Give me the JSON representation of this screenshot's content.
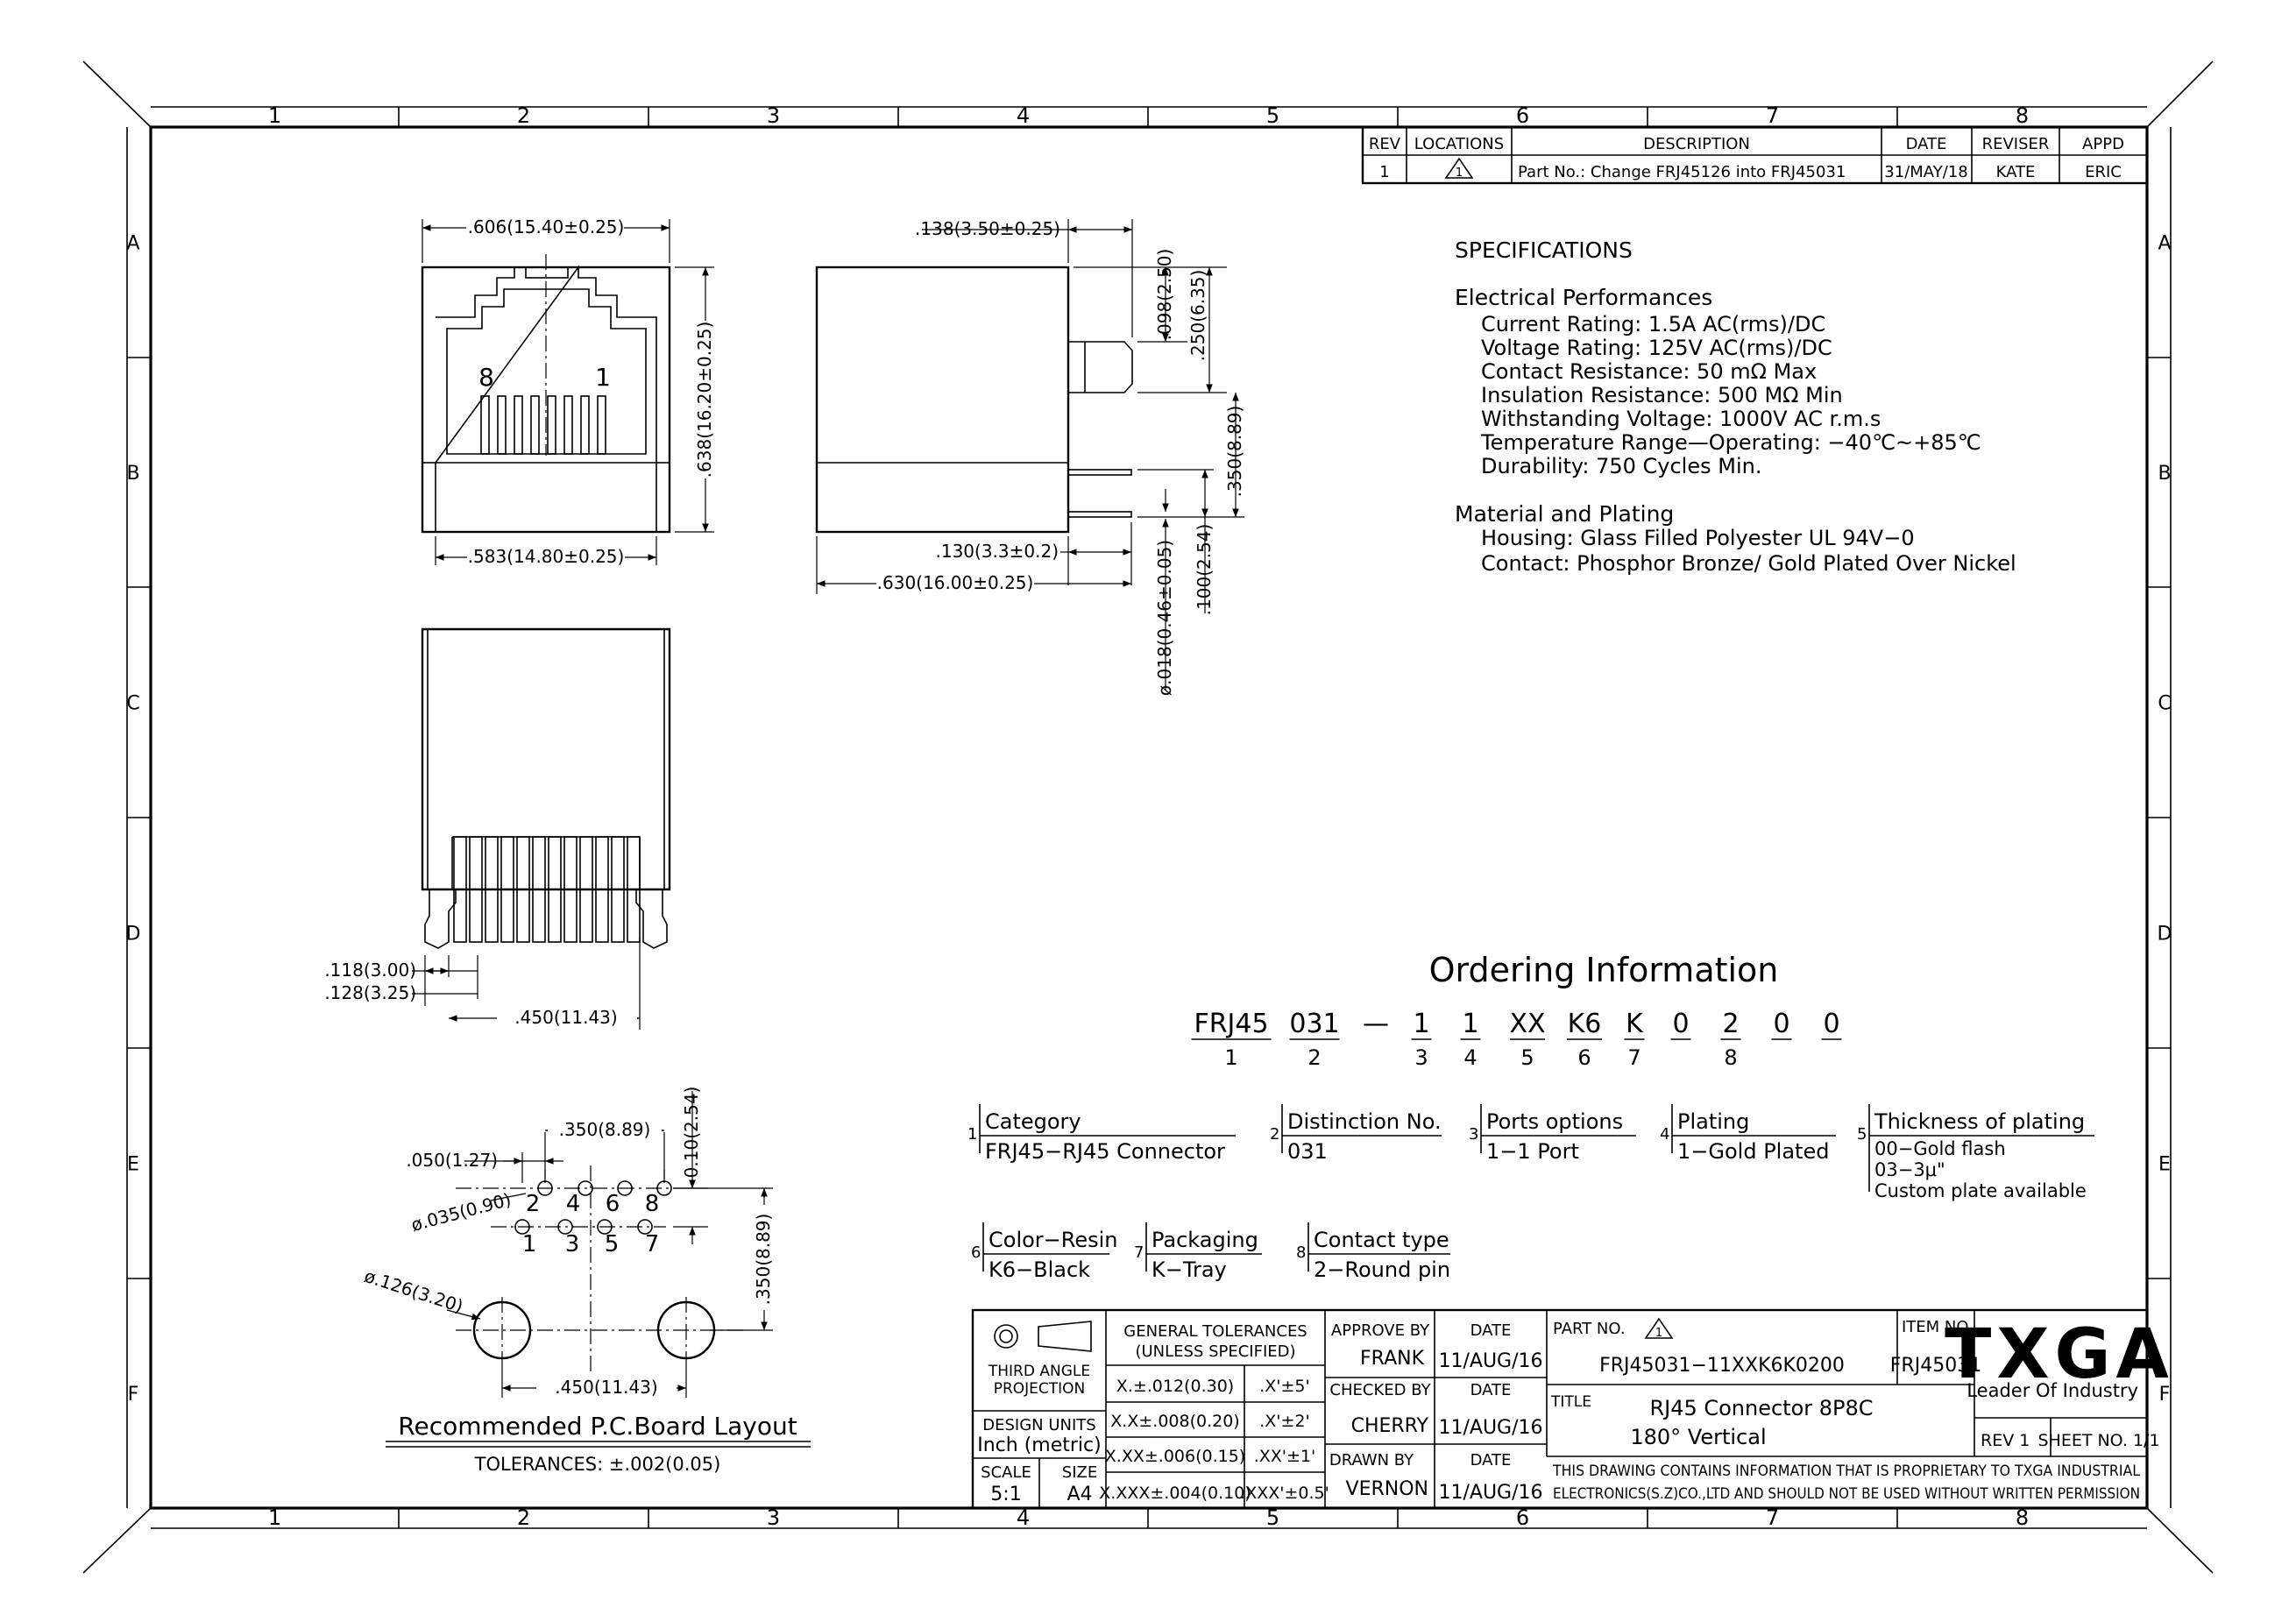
{
  "border": {
    "columns": [
      "1",
      "2",
      "3",
      "4",
      "5",
      "6",
      "7",
      "8"
    ],
    "rows": [
      "A",
      "B",
      "C",
      "D",
      "E",
      "F"
    ]
  },
  "revision_table": {
    "headers": [
      "REV",
      "LOCATIONS",
      "DESCRIPTION",
      "DATE",
      "REVISER",
      "APPD"
    ],
    "row": {
      "rev": "1",
      "location": "1",
      "description": "Part No.: Change FRJ45126 into FRJ45031",
      "date": "31/MAY/18",
      "reviser": "KATE",
      "appd": "ERIC"
    }
  },
  "specifications": {
    "title": "SPECIFICATIONS",
    "electrical_title": "Electrical Performances",
    "electrical": [
      "Current Rating: 1.5A AC(rms)/DC",
      "Voltage Rating: 125V AC(rms)/DC",
      "Contact Resistance: 50 mΩ Max",
      "Insulation Resistance: 500 MΩ Min",
      "Withstanding Voltage: 1000V AC r.m.s",
      "Temperature Range—Operating: −40℃~+85℃",
      "Durability: 750 Cycles Min."
    ],
    "material_title": "Material and Plating",
    "material": [
      "Housing: Glass Filled Polyester UL 94V−0",
      "Contact: Phosphor Bronze/ Gold Plated Over Nickel"
    ]
  },
  "front_view": {
    "dim_width_top": ".606(15.40±0.25)",
    "dim_width_bottom": ".583(14.80±0.25)",
    "dim_height": ".638(16.20±0.25)",
    "pin_label_left": "8",
    "pin_label_right": "1"
  },
  "side_view": {
    "dim_top": ".138(3.50±0.25)",
    "dim_tab": ".098(2.50)",
    "dim_tab_pos": ".250(6.35)",
    "dim_pin_span": ".350(8.89)",
    "dim_pin_pitch": ".100(2.54)",
    "dim_pin_dia": "ø.018(0.46±0.05)",
    "dim_pin_len": ".130(3.3±0.2)",
    "dim_depth": ".630(16.00±0.25)"
  },
  "bottom_view": {
    "dim_a": ".118(3.00)",
    "dim_b": ".128(3.25)",
    "dim_span": ".450(11.43)"
  },
  "pcb_layout": {
    "dim_pin_span": ".350(8.89)",
    "dim_offset": ".050(1.27)",
    "dim_row_gap": "0.10(2.54)",
    "dim_hole_dia": "ø.035(0.90)",
    "dim_vert": ".350(8.89)",
    "dim_post_dia": "ø.126(3.20)",
    "dim_post_span": ".450(11.43)",
    "top_pins": [
      "2",
      "4",
      "6",
      "8"
    ],
    "bottom_pins": [
      "1",
      "3",
      "5",
      "7"
    ],
    "title": "Recommended P.C.Board Layout",
    "tolerance": "TOLERANCES: ±.002(0.05)"
  },
  "ordering": {
    "title": "Ordering Information",
    "code_parts": [
      "FRJ45",
      "031",
      "—",
      "1",
      "1",
      "XX",
      "K6",
      "K",
      "0",
      "2",
      "0",
      "0"
    ],
    "indices": [
      "1",
      "2",
      "3",
      "4",
      "5",
      "6",
      "7",
      "8"
    ],
    "fields": [
      {
        "num": "1",
        "title": "Category",
        "lines": [
          "FRJ45−RJ45 Connector"
        ]
      },
      {
        "num": "2",
        "title": "Distinction No.",
        "lines": [
          "031"
        ]
      },
      {
        "num": "3",
        "title": "Ports options",
        "lines": [
          "1−1 Port"
        ]
      },
      {
        "num": "4",
        "title": "Plating",
        "lines": [
          "1−Gold Plated"
        ]
      },
      {
        "num": "5",
        "title": "Thickness of plating",
        "lines": [
          "00−Gold flash",
          "03−3μ\"",
          "Custom plate available"
        ]
      },
      {
        "num": "6",
        "title": "Color−Resin",
        "lines": [
          "K6−Black"
        ]
      },
      {
        "num": "7",
        "title": "Packaging",
        "lines": [
          "K−Tray"
        ]
      },
      {
        "num": "8",
        "title": "Contact type",
        "lines": [
          "2−Round pin"
        ]
      }
    ]
  },
  "title_block": {
    "projection": [
      "THIRD ANGLE",
      "PROJECTION"
    ],
    "design_units_label": "DESIGN UNITS",
    "design_units": "Inch (metric)",
    "scale_label": "SCALE",
    "scale": "5:1",
    "size_label": "SIZE",
    "size": "A4",
    "tolerance_header": [
      "GENERAL TOLERANCES",
      "(UNLESS SPECIFIED)"
    ],
    "tolerances": [
      [
        "X.±.012(0.30)",
        ".X'±5'"
      ],
      [
        "X.X±.008(0.20)",
        ".X'±2'"
      ],
      [
        "X.XX±.006(0.15)",
        ".XX'±1'"
      ],
      [
        "X.XXX±.004(0.10)",
        ".XXX'±0.5'"
      ]
    ],
    "approve_by_label": "APPROVE BY",
    "approve_by": "FRANK",
    "checked_by_label": "CHECKED BY",
    "checked_by": "CHERRY",
    "drawn_by_label": "DRAWN BY",
    "drawn_by": "VERNON",
    "date_label": "DATE",
    "date_approve": "11/AUG/16",
    "date_checked": "11/AUG/16",
    "date_drawn": "11/AUG/16",
    "part_no_label": "PART NO.",
    "part_no_rev": "1",
    "part_no": "FRJ45031−11XXK6K0200",
    "item_no_label": "ITEM NO.",
    "item_no": "FRJ45031",
    "title_label": "TITLE",
    "title_lines": [
      "RJ45 Connector 8P8C",
      "180° Vertical"
    ],
    "logo": "TXGA",
    "tagline": "Leader Of Industry",
    "rev": "REV 1",
    "sheet": "SHEET NO. 1/1",
    "disclaimer": [
      "THIS DRAWING CONTAINS INFORMATION THAT IS PROPRIETARY TO TXGA INDUSTRIAL",
      "ELECTRONICS(S.Z)CO.,LTD AND SHOULD NOT BE USED WITHOUT WRITTEN PERMISSION"
    ]
  }
}
